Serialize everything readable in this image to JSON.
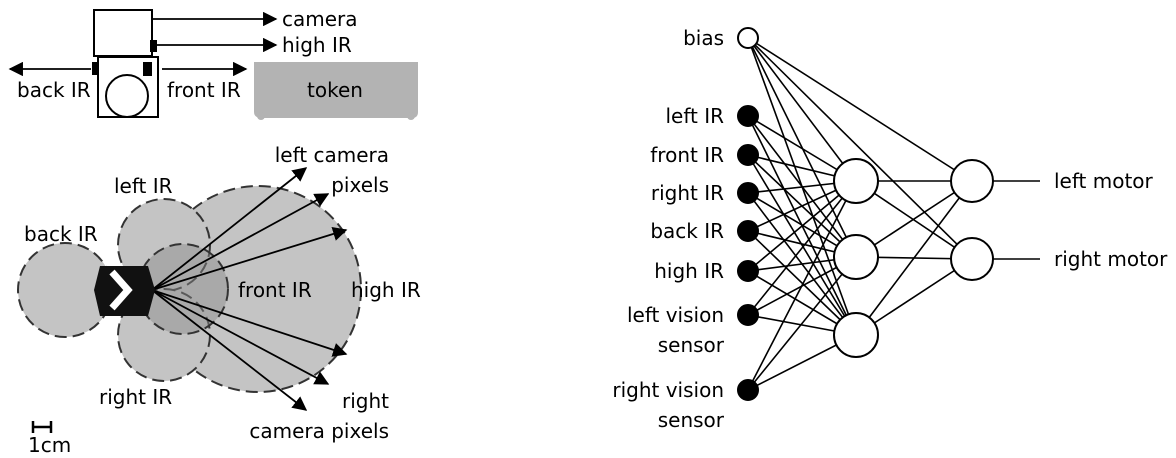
{
  "robot_side_view": {
    "arrow_labels": [
      "camera",
      "high IR",
      "front IR",
      "back IR"
    ],
    "token_label": "token"
  },
  "sensor_field": {
    "zone_labels": [
      "left IR",
      "back IR",
      "front IR",
      "high IR",
      "right IR"
    ],
    "camera_labels": {
      "left": [
        "left camera",
        "pixels"
      ],
      "right": [
        "right",
        "camera pixels"
      ]
    },
    "scale_label": "1cm"
  },
  "network": {
    "inputs": [
      "bias",
      "left IR",
      "front IR",
      "right IR",
      "back IR",
      "high IR",
      "left vision\nsensor",
      "right vision\nsensor"
    ],
    "hidden_count": 3,
    "outputs": [
      "left motor",
      "right motor"
    ]
  }
}
